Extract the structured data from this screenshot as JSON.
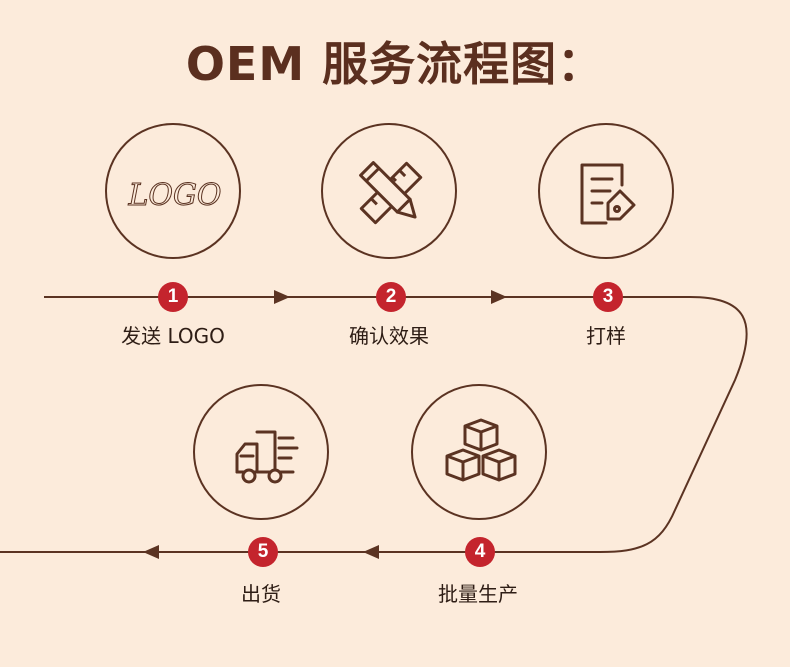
{
  "title": "OEM 服务流程图：",
  "colors": {
    "background": "#fcebdb",
    "line": "#5b3322",
    "badge": "#c4242d",
    "title": "#5b2f1f"
  },
  "steps": [
    {
      "number": "1",
      "label": "发送 LOGO",
      "icon": "logo-script-icon",
      "logo_text": "LOGO"
    },
    {
      "number": "2",
      "label": "确认效果",
      "icon": "pencil-ruler-icon"
    },
    {
      "number": "3",
      "label": "打样",
      "icon": "document-tag-icon"
    },
    {
      "number": "4",
      "label": "批量生产",
      "icon": "boxes-icon"
    },
    {
      "number": "5",
      "label": "出货",
      "icon": "delivery-truck-icon"
    }
  ]
}
